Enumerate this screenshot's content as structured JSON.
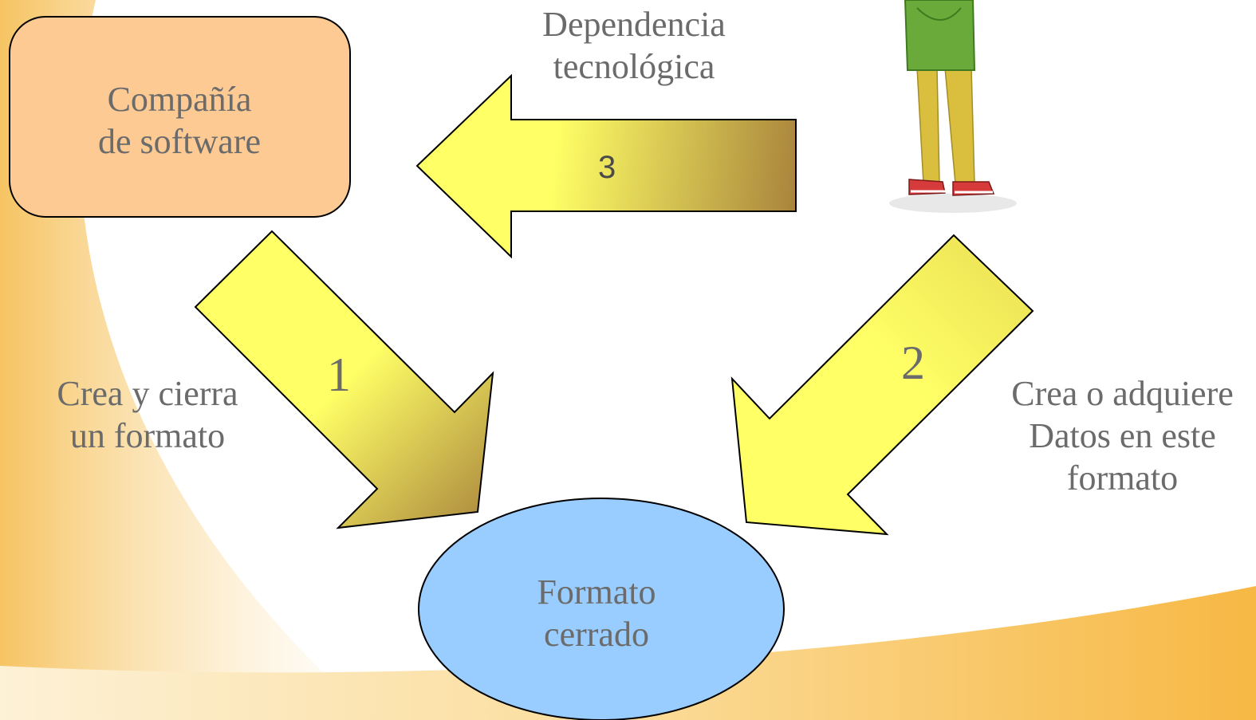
{
  "diagram": {
    "nodes": {
      "company": "Compañía\nde software",
      "format": "Formato\n cerrado"
    },
    "arrows": [
      {
        "number": "1",
        "label": "Crea y cierra\nun formato"
      },
      {
        "number": "2",
        "label": "Crea o adquiere\nDatos en este\nformato"
      },
      {
        "number": "3",
        "label": "Dependencia\ntecnológica"
      }
    ]
  },
  "colors": {
    "company_fill": "#fdca93",
    "format_fill": "#99ccff",
    "arrow_light": "#ffff66",
    "arrow_dark": "#a8833c",
    "text": "#6b6b6b",
    "background_accent": "#f8c55a"
  },
  "icons": {
    "user_figure": "person-illustration"
  }
}
